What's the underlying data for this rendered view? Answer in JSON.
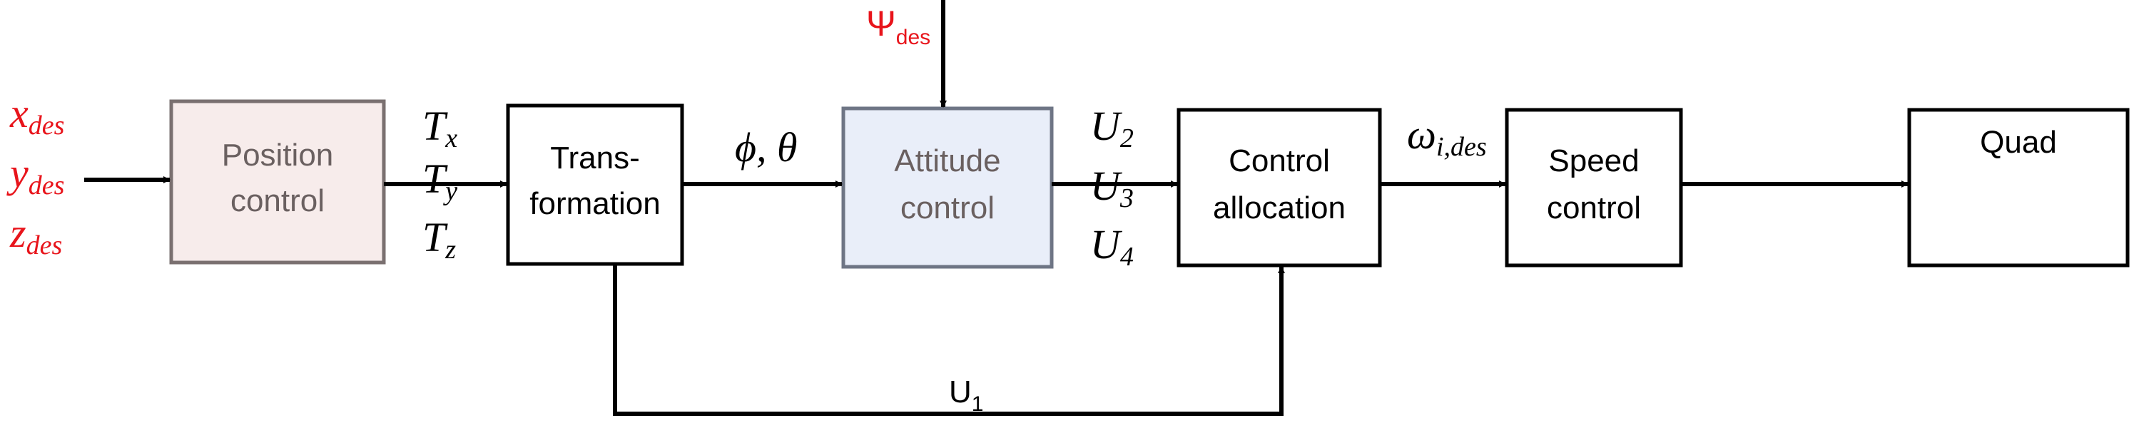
{
  "colors": {
    "input_red": "#e8141b",
    "position_fill": "#f7eceb",
    "position_stroke": "#7a7070",
    "attitude_fill": "#e9eef9",
    "attitude_stroke": "#6e7585",
    "line": "#000000",
    "muted_text": "#6a6060"
  },
  "blocks": {
    "position": [
      "Position",
      "control"
    ],
    "transformation": [
      "Trans-",
      "formation"
    ],
    "attitude": [
      "Attitude",
      "control"
    ],
    "allocation": [
      "Control",
      "allocation"
    ],
    "speed": [
      "Speed",
      "control"
    ],
    "quad": "Quad"
  },
  "inputs": {
    "x": {
      "base": "x",
      "sub": "des"
    },
    "y": {
      "base": "y",
      "sub": "des"
    },
    "z": {
      "base": "z",
      "sub": "des"
    },
    "psi": {
      "base": "Ψ",
      "sub": "des"
    }
  },
  "signals": {
    "tx": {
      "base": "T",
      "sub": "x"
    },
    "ty": {
      "base": "T",
      "sub": "y"
    },
    "tz": {
      "base": "T",
      "sub": "z"
    },
    "phi_theta": "ϕ, θ",
    "u2": {
      "base": "U",
      "sub": "2"
    },
    "u3": {
      "base": "U",
      "sub": "3"
    },
    "u4": {
      "base": "U",
      "sub": "4"
    },
    "omega": {
      "base": "ω",
      "sub": "i,des"
    },
    "u1": {
      "base": "U",
      "sub": "1"
    }
  }
}
